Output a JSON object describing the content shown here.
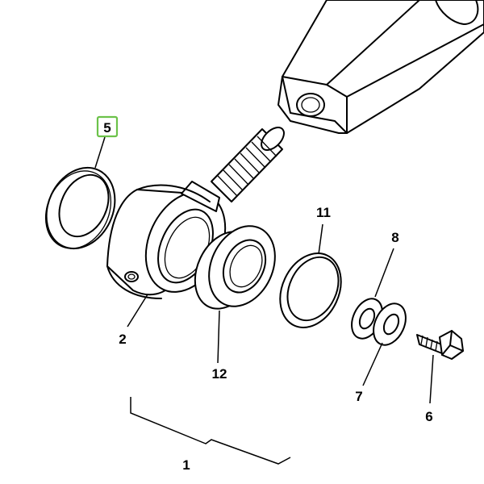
{
  "diagram": {
    "callouts": [
      {
        "id": "c1",
        "label": "1"
      },
      {
        "id": "c2",
        "label": "2"
      },
      {
        "id": "c5",
        "label": "5",
        "highlighted": true
      },
      {
        "id": "c6",
        "label": "6"
      },
      {
        "id": "c7",
        "label": "7"
      },
      {
        "id": "c8",
        "label": "8"
      },
      {
        "id": "c11",
        "label": "11"
      },
      {
        "id": "c12",
        "label": "12"
      }
    ],
    "highlight_color": "#6cc24a"
  }
}
